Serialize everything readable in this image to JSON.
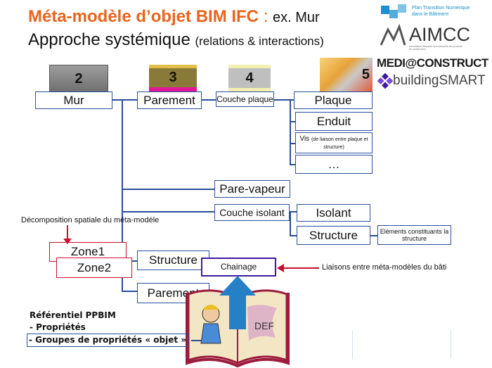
{
  "title": {
    "main": "Méta-modèle d’objet BIM IFC",
    "sep": ":",
    "example": "ex. Mur",
    "line2": "Approche systémique",
    "line2_paren": "(relations & interactions)"
  },
  "logos": {
    "ptnb_line1": "Plan Transition Numérique",
    "ptnb_line2": "dans le Bâtiment",
    "aimcc": "AIMCC",
    "aimcc_sub": "Association française des industries des produits de construction",
    "mediaconstruct": "MEDI@CONSTRUCT",
    "buildingsmart": "buildingSMART"
  },
  "tiles": [
    "2",
    "3",
    "4",
    "5"
  ],
  "boxes": {
    "mur": "Mur",
    "parement": "Parement",
    "couche_plaque": "Couche plaque",
    "plaque": "Plaque",
    "enduit": "Enduit",
    "vis": "Vis",
    "vis_note": "(de liaison entre plaque et structure)",
    "ellipsis": "…",
    "pare_vapeur": "Pare-vapeur",
    "couche_isolant": "Couche isolant",
    "isolant": "Isolant",
    "structure_right": "Structure",
    "elements": "Eléments constituants la structure",
    "zone1": "Zone1",
    "zone2": "Zone2",
    "structure_left": "Structure",
    "chainage": "Chainage",
    "parement_bottom": "Parement"
  },
  "notes": {
    "decomposition": "Décomposition spatiale du méta-modèle",
    "liaisons": "Liaisons entre méta-modèles du bâti"
  },
  "referentiel": {
    "title": "Référentiel PPBIM",
    "item1": "- Propriétés",
    "item2": "- Groupes de propriétés « objet »"
  },
  "book": {
    "label": "DEF"
  },
  "colors": {
    "orange": "#e8641d",
    "blue": "#2a4f9a",
    "red": "#c8102e",
    "purple": "#3d1aa0"
  }
}
